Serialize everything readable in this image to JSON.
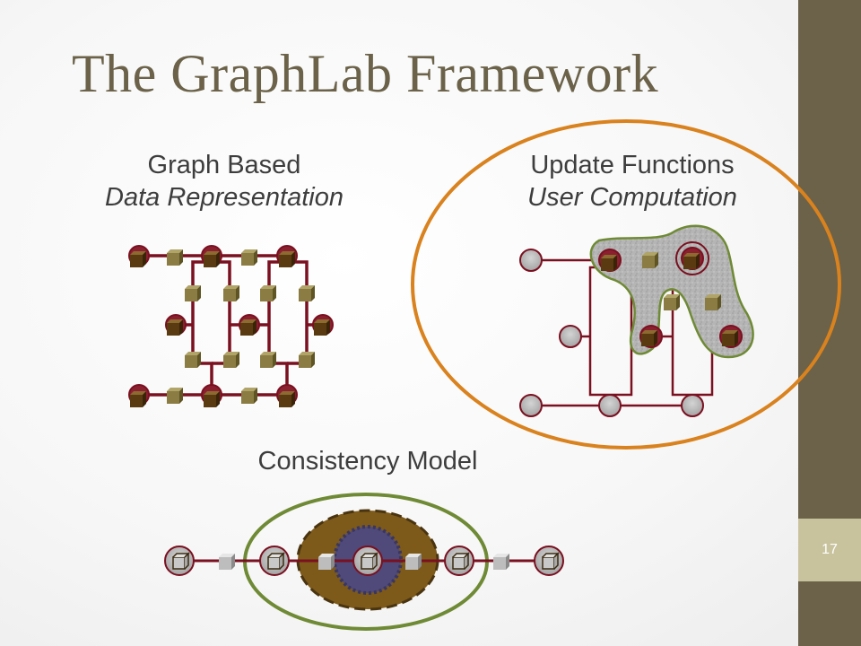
{
  "slide": {
    "title": "The GraphLab Framework",
    "page_number": "17"
  },
  "sections": {
    "graph": {
      "line1": "Graph Based",
      "line2": "Data Representation"
    },
    "update": {
      "line1": "Update Functions",
      "line2": "User Computation"
    },
    "consistency": {
      "label": "Consistency Model"
    }
  },
  "colors": {
    "sidebar": "#6b6249",
    "page_box": "#c8c39d",
    "edge": "#7a1020",
    "vertex_fill": "#b8b8b8",
    "vertex_stroke": "#7a1020",
    "cube_light": "#8a7c42",
    "cube_dark": "#5a3a10",
    "scope_fill": "#7d5a1a",
    "scope_dash": "#4a3410",
    "core_fill": "#4f4a7a",
    "update_ellipse": "#d9821e",
    "consistency_ellipse": "#6f8a35",
    "blob_stroke": "#6f8a35"
  }
}
